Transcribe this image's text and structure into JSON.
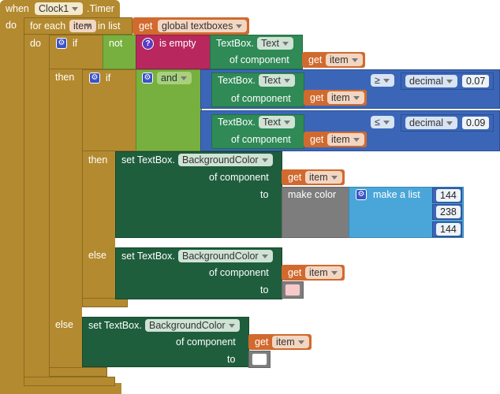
{
  "colors": {
    "control": "#b38a2f",
    "logic": "#77b03f",
    "text": "#b8285f",
    "component": "#2f8a56",
    "setter": "#1f5e3d",
    "variable": "#d16a2e",
    "math": "#3b66b8",
    "list": "#4aa6d8",
    "color": "#7d7d7d",
    "swatch_pink": "#f8c9c9",
    "swatch_white": "#ffffff"
  },
  "event": {
    "when": "when",
    "component": "Clock1",
    "event_name": ".Timer",
    "do": "do"
  },
  "foreach": {
    "for_each": "for each",
    "var_name": "item",
    "in_list": "in list",
    "get": "get",
    "list_var": "global textboxes",
    "do": "do"
  },
  "outer_if": {
    "if": "if",
    "then": "then",
    "else": "else",
    "not": "not",
    "is_empty": "is empty",
    "textbox": "TextBox.",
    "prop": "Text",
    "of_component": "of component",
    "get": "get",
    "var": "item"
  },
  "inner_if": {
    "if": "if",
    "then": "then",
    "else": "else",
    "and": "and"
  },
  "compare1": {
    "textbox": "TextBox.",
    "prop": "Text",
    "of_component": "of component",
    "get": "get",
    "var": "item",
    "op": "≥",
    "decimal": "decimal",
    "value": "0.07"
  },
  "compare2": {
    "textbox": "TextBox.",
    "prop": "Text",
    "of_component": "of component",
    "get": "get",
    "var": "item",
    "op": "≤",
    "decimal": "decimal",
    "value": "0.09"
  },
  "set1": {
    "set": "set TextBox.",
    "prop": "BackgroundColor",
    "of_component": "of component",
    "get": "get",
    "var": "item",
    "to": "to",
    "make_color": "make color",
    "make_a_list": "make a list",
    "values": [
      "144",
      "238",
      "144"
    ]
  },
  "set2": {
    "set": "set TextBox.",
    "prop": "BackgroundColor",
    "of_component": "of component",
    "get": "get",
    "var": "item",
    "to": "to"
  },
  "set3": {
    "set": "set TextBox.",
    "prop": "BackgroundColor",
    "of_component": "of component",
    "get": "get",
    "var": "item",
    "to": "to"
  },
  "icons": {
    "gear": "⚙",
    "question": "?"
  }
}
